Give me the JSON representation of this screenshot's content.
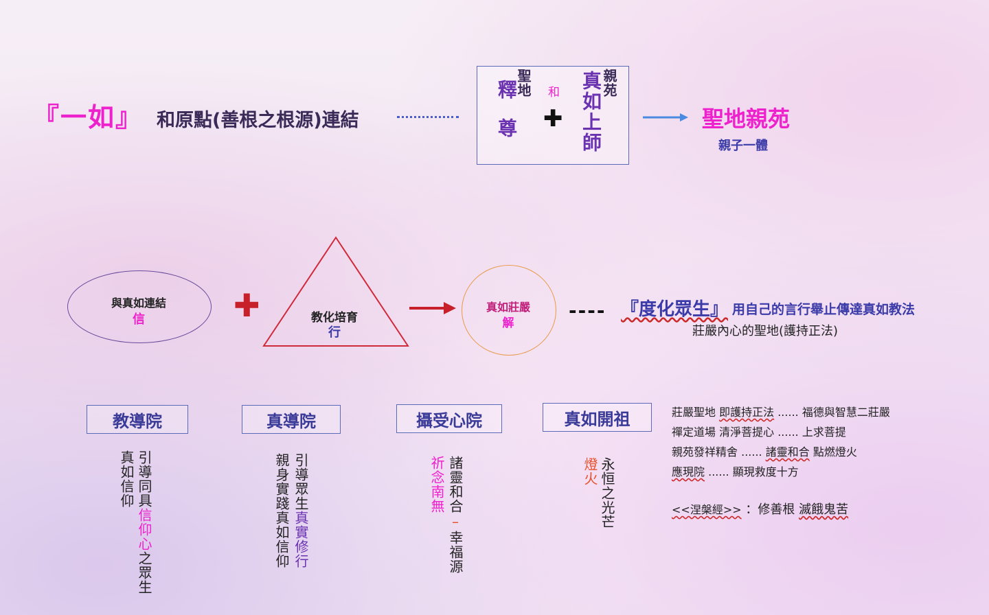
{
  "colors": {
    "magenta": "#ee22cc",
    "purple": "#6a32b0",
    "navy": "#3a3a98",
    "red": "#c8202a",
    "orange": "#e89a4a",
    "blue": "#4a8ae0"
  },
  "top": {
    "title": "『一如』",
    "text": "和原點(善根之根源)連結",
    "box": {
      "seichi": "聖地",
      "shaka": "釋尊",
      "wa": "和",
      "plus": "✚",
      "shinnen": "親苑",
      "shinnyo": "真如上師"
    },
    "result_title": "聖地親苑",
    "result_sub": "親子一體"
  },
  "middle": {
    "ellipse_label": "與真如連結",
    "ellipse_sub": "信",
    "plus": "✚",
    "triangle_label": "教化培育",
    "triangle_sub": "行",
    "circle_label": "真如莊嚴",
    "circle_sub": "解",
    "dashes": "----",
    "sentient": "『度化眾生』",
    "sentient_desc": "用自己的言行舉止傳達真如教法",
    "sentient_sub": "莊嚴內心的聖地(護持正法)"
  },
  "halls": [
    {
      "name": "教導院",
      "col1_a": "引導同具",
      "col1_b": "信仰心",
      "col1_c": "之眾生",
      "col2": "真如信仰"
    },
    {
      "name": "真導院",
      "col1_a": "引導眾生",
      "col1_b": "真實修行",
      "col2": "親身實踐真如信仰"
    },
    {
      "name": "攝受心院",
      "col1_a": "諸靈和合",
      "col1_b": "–",
      "col1_c": "幸福源",
      "col2": "祈念南無"
    },
    {
      "name": "真如開祖",
      "col1": "永恒之光芒",
      "col2": "燈火"
    }
  ],
  "notes": {
    "line1_a": "莊嚴聖地",
    "line1_b": "即護持正法",
    "line1_c": "......",
    "line1_d": "福德與智慧二莊嚴",
    "line2_a": "禪定道場",
    "line2_b": "清淨菩提心",
    "line2_c": "......",
    "line2_d": "上求菩提",
    "line3_a": "親苑發祥精舍",
    "line3_c": "......",
    "line3_d": "諸靈和合",
    "line3_e": "點燃燈火",
    "line4_a": "應現院",
    "line4_c": "......",
    "line4_d": "顯現救度十方",
    "sutra_a": "<<涅槃經>>",
    "sutra_b": "：修善根",
    "sutra_c": "滅餓鬼苦"
  }
}
